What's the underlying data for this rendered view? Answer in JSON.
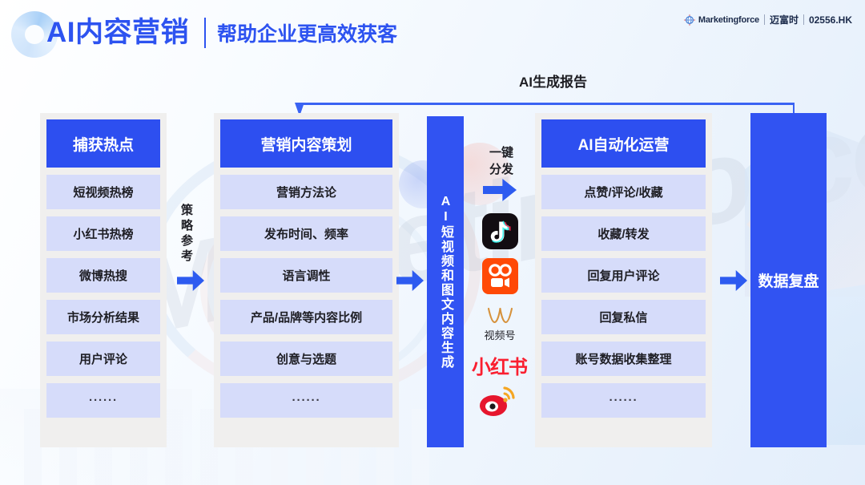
{
  "header": {
    "ring_icon": "circle-ring-icon",
    "title": "AI内容营销",
    "subtitle": "帮助企业更高效获客",
    "brand": {
      "logo_text": "Marketingforce",
      "logo_mark": "globe-compass-icon",
      "cn_name": "迈富时",
      "stock_code": "02556.HK"
    }
  },
  "feedback_loop": {
    "label": "AI生成报告",
    "arrow_icon": "arrow-down-icon"
  },
  "connectors": {
    "strategy_reference_label": "策略参考",
    "arrow_icon": "arrow-right-icon",
    "one_click_distribute_label": "一键分发"
  },
  "columns": {
    "capture": {
      "header": "捕获热点",
      "items": [
        "短视频热榜",
        "小红书热榜",
        "微博热搜",
        "市场分析结果",
        "用户评论",
        "······"
      ]
    },
    "planning": {
      "header": "营销内容策划",
      "items": [
        "营销方法论",
        "发布时间、频率",
        "语言调性",
        "产品/品牌等内容比例",
        "创意与选题",
        "······"
      ]
    },
    "ai_generation": {
      "label": "AI短视频和图文内容生成"
    },
    "operations": {
      "header": "AI自动化运营",
      "items": [
        "点赞/评论/收藏",
        "收藏/转发",
        "回复用户评论",
        "回复私信",
        "账号数据收集整理",
        "······"
      ]
    },
    "review": {
      "label": "数据复盘"
    }
  },
  "platforms": [
    {
      "name": "抖音",
      "icon": "douyin-icon",
      "label": ""
    },
    {
      "name": "快手",
      "icon": "kuaishou-icon",
      "label": ""
    },
    {
      "name": "视频号",
      "icon": "wechat-channels-icon",
      "label": "视频号"
    },
    {
      "name": "小红书",
      "icon": "xiaohongshu-icon",
      "label": "小红书"
    },
    {
      "name": "微博",
      "icon": "weibo-icon",
      "label": ""
    }
  ],
  "watermark": "Marketingforce",
  "colors": {
    "primary_blue": "#2d4ff0",
    "accent_blue": "#3153f2",
    "item_lavender": "#d6dcfa",
    "column_bg": "#f0efee",
    "text_dark": "#1e1e24",
    "xhs_red": "#fa1f30",
    "kuaishou_orange": "#ff4906"
  }
}
